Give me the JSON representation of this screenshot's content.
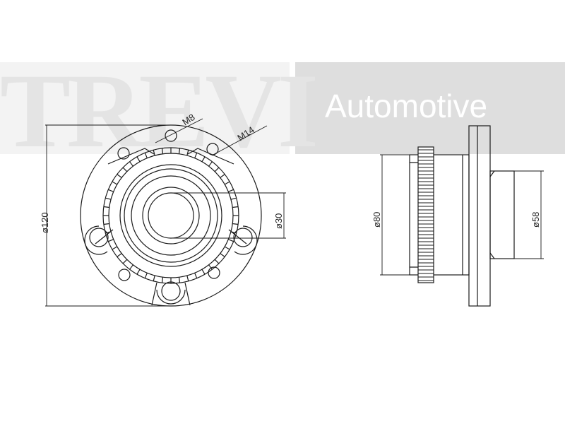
{
  "watermark": {
    "brand": "TREVI",
    "subtitle": "Automotive"
  },
  "front_view": {
    "dim_outer": "ø120",
    "dim_bore": "ø30",
    "bolt_small": "M8",
    "bolt_large": "M14"
  },
  "side_view": {
    "dim_left": "ø80",
    "dim_right": "ø58"
  }
}
